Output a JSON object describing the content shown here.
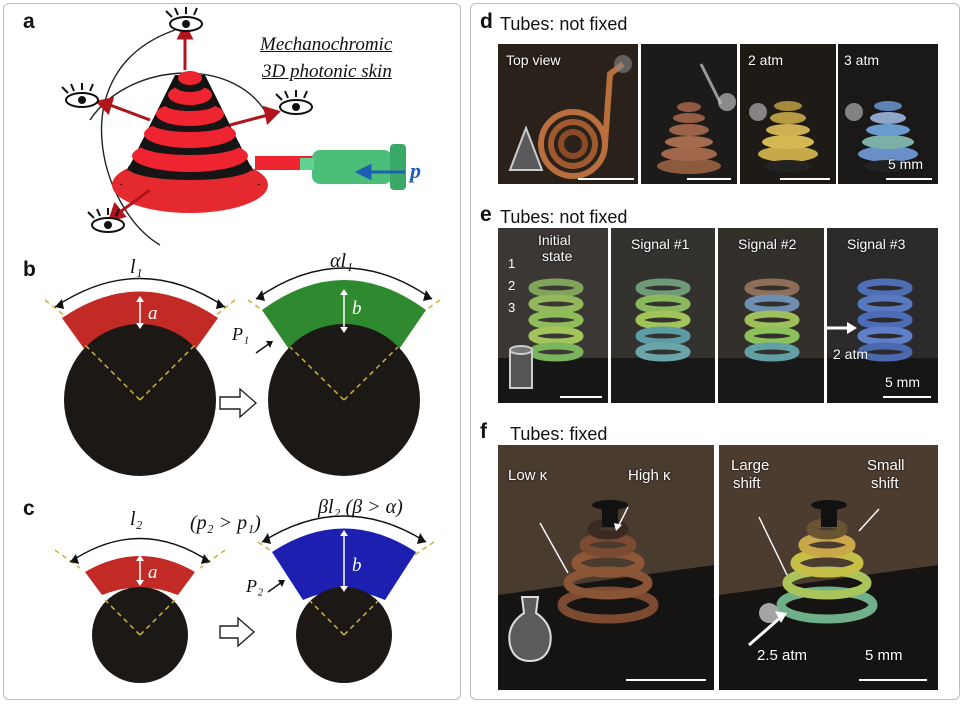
{
  "panels": {
    "a": {
      "label": "a",
      "title_line1": "Mechanochromic",
      "title_line2": "3D photonic skin",
      "pressure_label": "p",
      "colors": {
        "coil": "#ee2530",
        "base": "#141414",
        "syringe": "#4bbf7a",
        "arrow": "#b0141c",
        "blue_arrow": "#1e5fb4"
      },
      "icons": [
        "eye-icon",
        "eye-icon",
        "eye-icon",
        "eye-icon"
      ]
    },
    "b": {
      "label": "b",
      "left_arc_label": "l₁",
      "left_thickness": "a",
      "right_arc_label": "αl₁",
      "right_thickness": "b",
      "pressure": "P₁",
      "colors": {
        "left_shell": "#c22a25",
        "right_shell": "#2f8a2f",
        "core": "#1c1816"
      }
    },
    "c": {
      "label": "c",
      "left_arc_label": "l₂",
      "condition_left": "(p₂ > p₁)",
      "left_thickness": "a",
      "right_arc_label": "βl₂ (β > α)",
      "right_thickness": "b",
      "pressure": "P₂",
      "colors": {
        "left_shell": "#c22a25",
        "right_shell": "#1d1fb0",
        "core": "#1c1816"
      }
    },
    "d": {
      "label": "d",
      "title": "Tubes: not fixed",
      "photos": [
        {
          "text": "Top view"
        },
        {
          "text": ""
        },
        {
          "text": "2 atm"
        },
        {
          "text": "3 atm"
        }
      ],
      "scale": "5 mm",
      "icon": "cone-icon"
    },
    "e": {
      "label": "e",
      "title": "Tubes: not fixed",
      "photos": [
        {
          "text_line1": "Initial",
          "text_line2": "state"
        },
        {
          "text_line1": "Signal #1"
        },
        {
          "text_line1": "Signal #2"
        },
        {
          "text_line1": "Signal #3"
        }
      ],
      "markers": [
        "1",
        "2",
        "3"
      ],
      "pressure": "2 atm",
      "scale": "5 mm",
      "icon": "cylinder-icon"
    },
    "f": {
      "label": "f",
      "title": "Tubes: fixed",
      "left": {
        "low": "Low κ",
        "high": "High κ"
      },
      "right": {
        "large_1": "Large",
        "large_2": "shift",
        "small_1": "Small",
        "small_2": "shift"
      },
      "pressure": "2.5 atm",
      "scale": "5 mm",
      "icon": "vase-icon"
    }
  }
}
